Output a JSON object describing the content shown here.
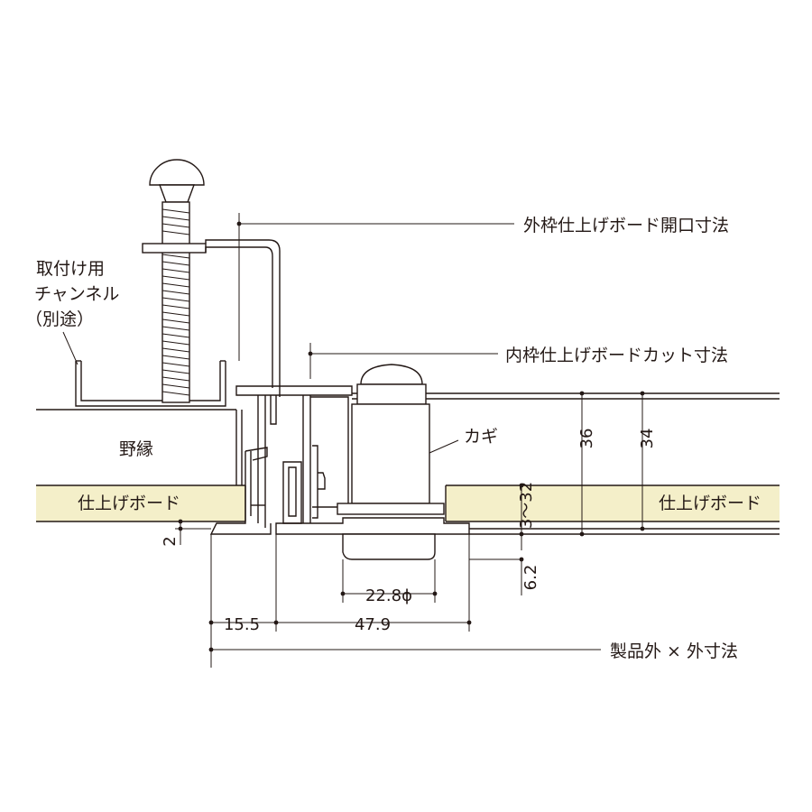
{
  "labels": {
    "outer_frame": "外枠仕上げボード開口寸法",
    "inner_frame": "内枠仕上げボードカット寸法",
    "channel_1": "取付け用",
    "channel_2": "チャンネル",
    "channel_3": "（別途）",
    "nobuchi": "野縁",
    "board_left": "仕上げボード",
    "board_right": "仕上げボード",
    "kagi": "カギ",
    "product_outer": "製品外 × 外寸法"
  },
  "dimensions": {
    "d36": "36",
    "d34": "34",
    "d3to32": "3～32",
    "d2": "2",
    "d6_2": "6.2",
    "d22_8": "22.8ϕ",
    "d15_5": "15.5",
    "d47_9": "47.9"
  },
  "colors": {
    "line": "#231815",
    "board": "#f4efc9",
    "background": "#ffffff"
  }
}
